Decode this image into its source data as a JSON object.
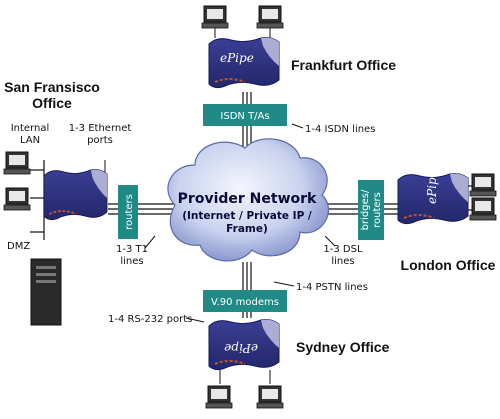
{
  "cloud": {
    "title": "Provider Network",
    "subtitle_line1": "(Internet / Private IP /",
    "subtitle_line2": "Frame)"
  },
  "offices": {
    "frankfurt": "Frankfurt Office",
    "sf_line1": "San Fransisco",
    "sf_line2": "Office",
    "london": "London Office",
    "sydney": "Sydney Office"
  },
  "devices": {
    "isdn": "ISDN T/As",
    "routers": "routers",
    "bridges_line1": "bridges/",
    "bridges_line2": "routers",
    "v90": "V.90 modems",
    "epipe_logo": "ePipe"
  },
  "labels": {
    "isdn_lines": "1-4 ISDN lines",
    "internal_lan_line1": "Internal",
    "internal_lan_line2": "LAN",
    "ethernet_line1": "1-3 Ethernet",
    "ethernet_line2": "ports",
    "t1_line1": "1-3 T1",
    "t1_line2": "lines",
    "dsl_line1": "1-3 DSL",
    "dsl_line2": "lines",
    "pstn_lines": "1-4 PSTN lines",
    "rs232_ports": "1-4 RS-232 ports",
    "dmz": "DMZ"
  },
  "colors": {
    "ink": "#111111",
    "teal": "#1f8a86",
    "navy": "#2b2f7d",
    "cloud_light": "#dfe6f7",
    "cloud_dark": "#6f7fbf"
  },
  "icons": [
    "desktop-computer-icon",
    "server-tower-icon",
    "epipe-appliance-icon",
    "arrow-icon"
  ]
}
